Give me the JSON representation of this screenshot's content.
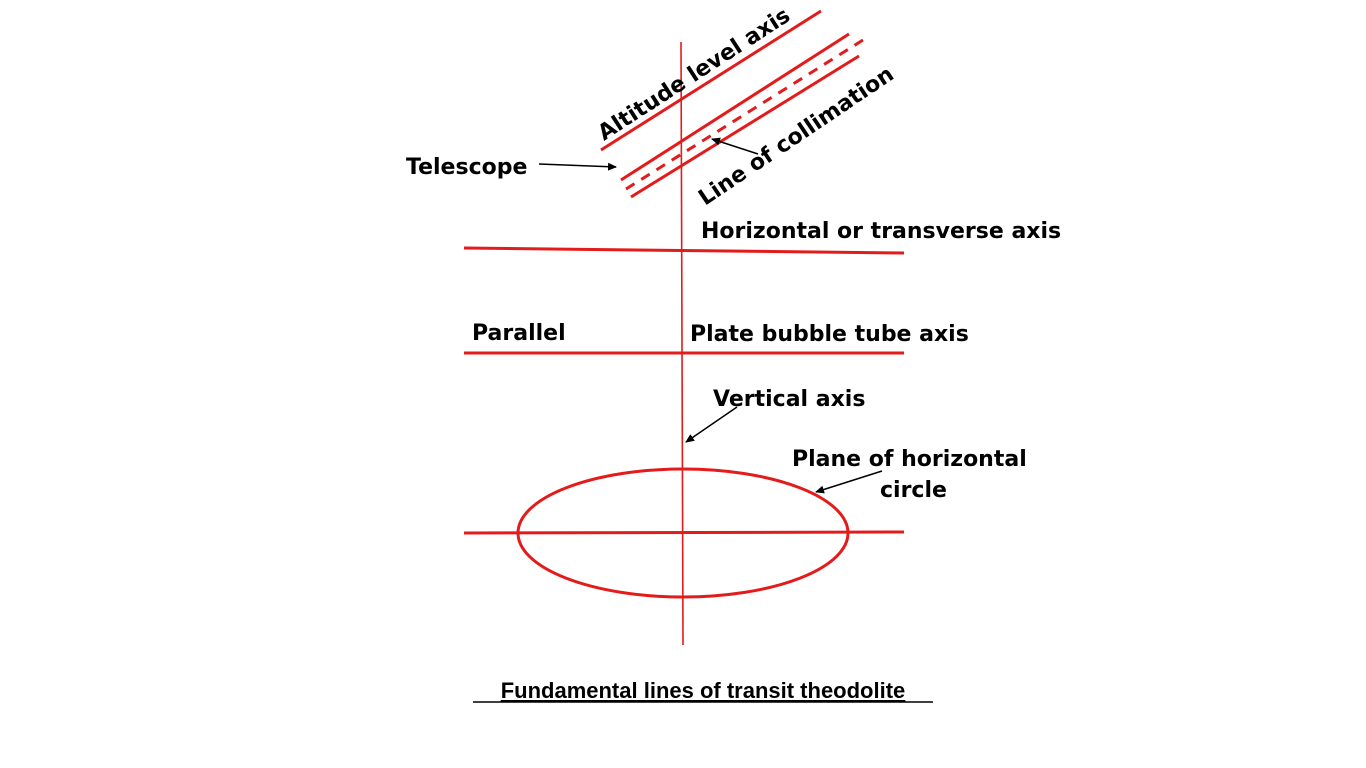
{
  "diagram": {
    "labels": {
      "altitude_level_axis": "Altitude level axis",
      "line_of_collimation": "Line of collimation",
      "telescope": "Telescope",
      "horizontal_axis": "Horizontal or transverse axis",
      "parallel": "Parallel",
      "plate_bubble_tube_axis": "Plate bubble tube axis",
      "vertical_axis": "Vertical axis",
      "plane_line1": "Plane of horizontal",
      "plane_line2": "circle"
    },
    "caption": "Fundamental lines of transit theodolite",
    "colors": {
      "line": "#e31b1b",
      "arrow": "#000000",
      "text": "#000000"
    }
  }
}
